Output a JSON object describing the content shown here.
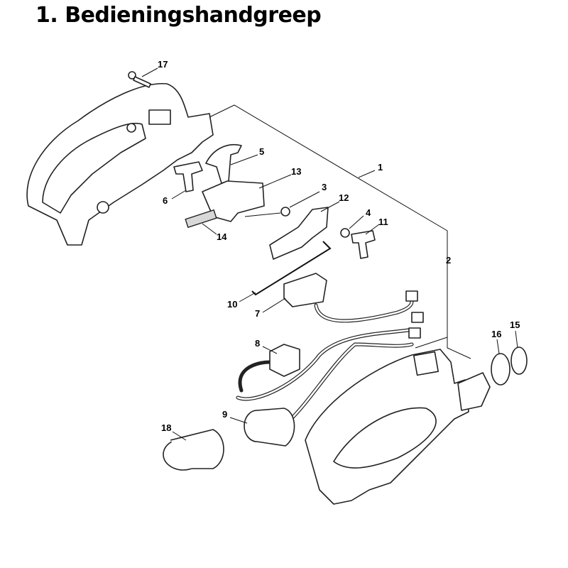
{
  "title": "1. Bedieningshandgreep",
  "parts": {
    "p1": "1",
    "p2": "2",
    "p3": "3",
    "p4": "4",
    "p5": "5",
    "p6": "6",
    "p7": "7",
    "p8": "8",
    "p9": "9",
    "p10": "10",
    "p11": "11",
    "p12": "12",
    "p13": "13",
    "p14": "14",
    "p15": "15",
    "p16": "16",
    "p17": "17",
    "p18": "18"
  }
}
